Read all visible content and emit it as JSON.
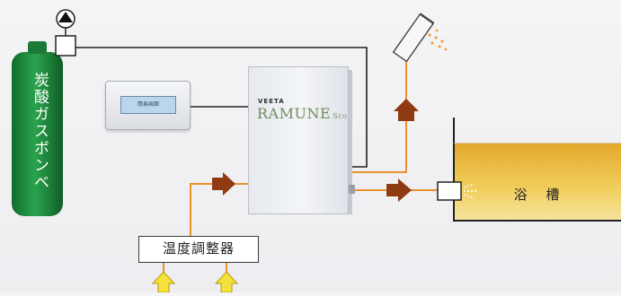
{
  "cylinder": {
    "label": "炭酸ガスボンベ",
    "color": "#1f8a3d"
  },
  "unit": {
    "brand": "VEETA",
    "model": "RAMUNE",
    "model_suffix": "Sco"
  },
  "controller": {
    "screen_text": "簡易画面",
    "sub_text": ""
  },
  "temperature_regulator": {
    "label": "温度調整器"
  },
  "tub": {
    "label": "浴 槽",
    "water_color": "#e9b93a"
  },
  "colors": {
    "pipe_hot": "#e8922c",
    "arrow": "#8e3b12",
    "supply_arrow": "#f4e23a",
    "gas_line": "#222222"
  },
  "icons": [
    "pump-icon",
    "shower-head-icon",
    "flow-arrow-icon",
    "nozzle-icon"
  ]
}
